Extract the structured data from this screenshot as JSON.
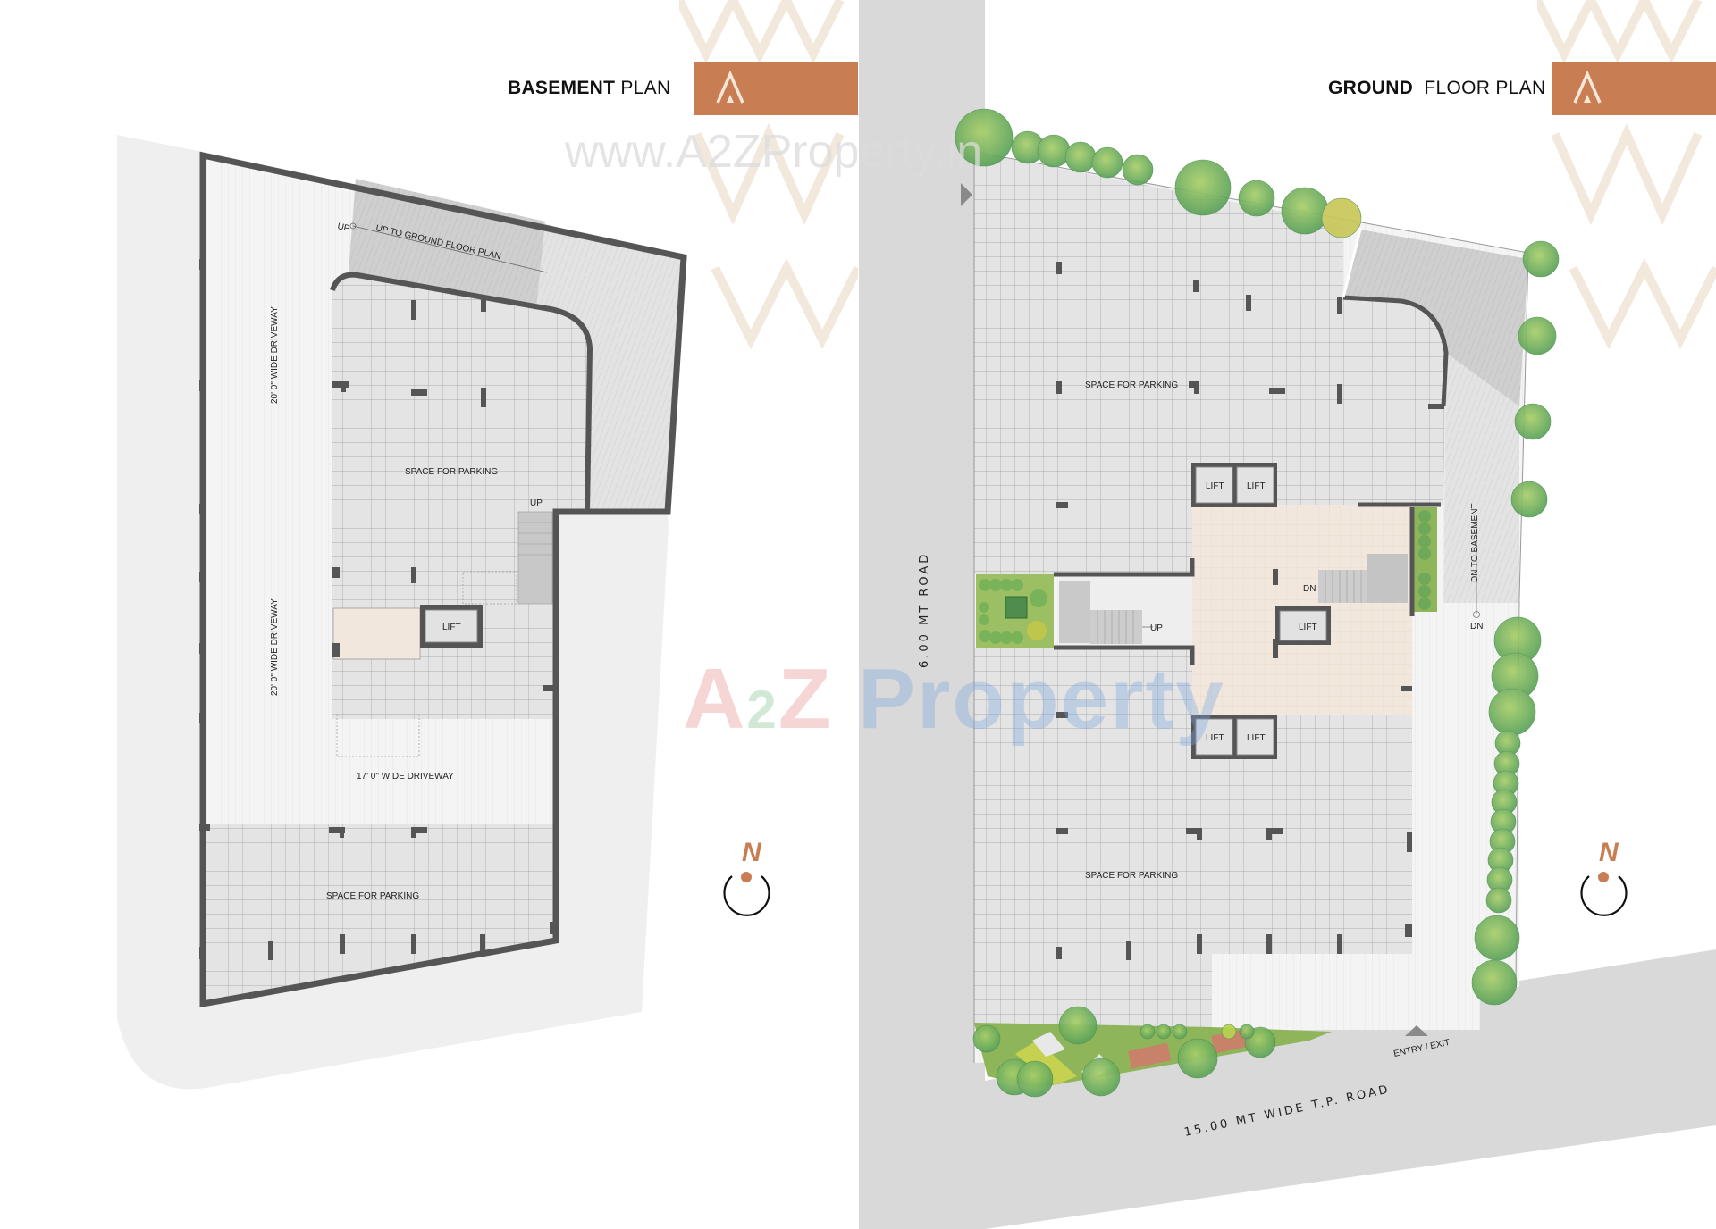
{
  "basement": {
    "title_bold": "BASEMENT",
    "title_light": "PLAN",
    "labels": {
      "up_to_ground": "UP TO GROUND FLOOR PLAN",
      "up_ramp": "UP",
      "up_stairs": "UP",
      "driveway_20_top": "20' 0\" WIDE DRIVEWAY",
      "driveway_20_bottom": "20' 0\" WIDE DRIVEWAY",
      "driveway_17": "17' 0\" WIDE DRIVEWAY",
      "parking_upper": "SPACE FOR PARKING",
      "parking_lower": "SPACE FOR PARKING",
      "lift": "LIFT"
    },
    "compass": "N"
  },
  "ground": {
    "title_bold": "GROUND",
    "title_light": "FLOOR PLAN",
    "labels": {
      "parking_upper": "SPACE FOR PARKING",
      "parking_lower": "SPACE FOR PARKING",
      "lift_top_1": "LIFT",
      "lift_top_2": "LIFT",
      "lift_center": "LIFT",
      "lift_bottom_1": "LIFT",
      "lift_bottom_2": "LIFT",
      "up_stairs": "UP",
      "dn_stairs": "DN",
      "dn_ramp": "DN",
      "dn_to_basement": "DN TO BASEMENT",
      "entry_exit": "ENTRY / EXIT",
      "road_side": "6.00 MT ROAD",
      "road_front": "15.00 MT WIDE T.P. ROAD"
    },
    "compass": "N"
  },
  "watermark": {
    "url": "www.A2ZProperty.in",
    "logo_a": "A",
    "logo_2": "2",
    "logo_z": "Z",
    "logo_property": "Property"
  },
  "colors": {
    "accent": "#c87d52",
    "wall": "#555555",
    "tile": "#e3e3e3",
    "lobby": "#f1e7dc",
    "road": "#d9d9d9",
    "tree": "#6fb36a"
  }
}
